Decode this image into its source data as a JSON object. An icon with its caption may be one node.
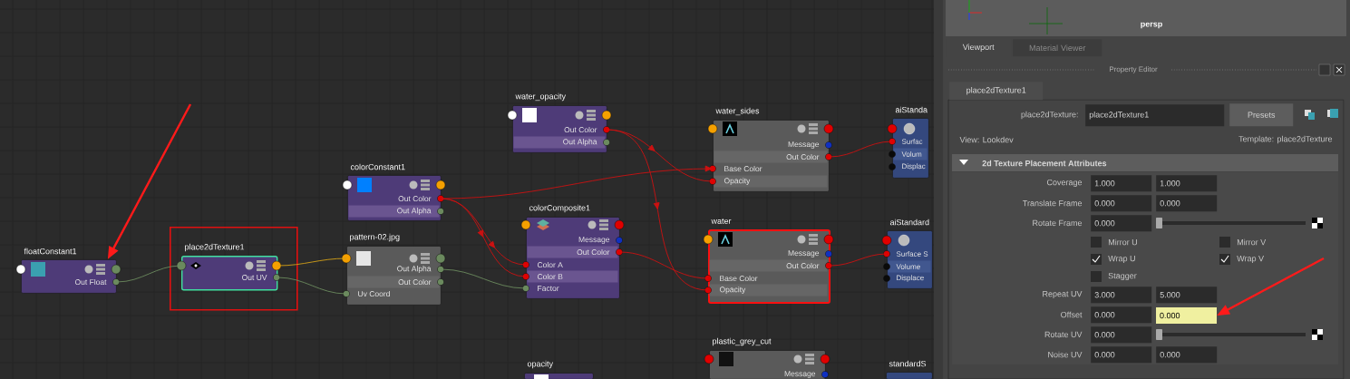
{
  "diagram": {
    "nodes": [
      {
        "text": [
          "floatConstant1",
          "Out Float"
        ]
      },
      {
        "text": [],
        "shape": "box"
      },
      {
        "text": [
          "place2dTexture1",
          "Out UV"
        ],
        "in": 1
      },
      {
        "text": [
          "water_opacity",
          "Out Color",
          "Out Alpha"
        ]
      },
      {
        "text": [
          "colorConstant1",
          "Out Color",
          "Out Alpha"
        ]
      },
      {
        "text": [
          "pattern-02.jpg",
          "Out Alpha",
          "Out Color",
          "Uv Coord"
        ]
      },
      {
        "text": [
          "colorComposite1",
          "Message",
          "Out Color",
          "Color A",
          "Color B",
          "Factor"
        ]
      },
      {
        "text": [
          "water_sides",
          "Message",
          "Out Color",
          "Base Color",
          "Opacity"
        ]
      },
      {
        "text": [
          "water",
          "Message",
          "Out Color",
          "Base Color",
          "Opacity"
        ]
      },
      {
        "text": [
          "aiStanda",
          "Surfac",
          "Volum",
          "Displac"
        ]
      },
      {
        "text": [
          "aiStandard",
          "Surface S",
          "Volume",
          "Displace"
        ]
      },
      {
        "text": [
          "opacity"
        ]
      },
      {
        "text": [
          "plastic_grey_cut",
          "Message"
        ]
      },
      {
        "text": [
          "standardS"
        ]
      },
      {
        "text": [
          "0.000"
        ]
      }
    ],
    "edges": [
      {
        "from": 0,
        "to": 2,
        "arrow": "none",
        "color": "#6b8a5e"
      },
      {
        "from": 2,
        "to": 5,
        "arrow": "none",
        "color": "#d4a017"
      },
      {
        "from": 2,
        "to": 5,
        "arrow": "none",
        "color": "#6b8a5e"
      },
      {
        "from": 5,
        "to": 6,
        "arrow": "none",
        "color": "#6b8a5e"
      },
      {
        "from": 4,
        "to": 6,
        "arrow": "to"
      },
      {
        "from": 4,
        "to": 6,
        "arrow": "to"
      },
      {
        "from": 4,
        "to": 7,
        "arrow": "to"
      },
      {
        "from": 3,
        "to": 7,
        "arrow": "to"
      },
      {
        "from": 3,
        "to": 8,
        "arrow": "to"
      },
      {
        "from": 6,
        "to": 8,
        "arrow": "none"
      },
      {
        "from": 7,
        "to": 9,
        "arrow": "none"
      },
      {
        "from": 8,
        "to": 10,
        "arrow": "none"
      },
      {
        "from": null,
        "to": 0,
        "arrow": "to",
        "color": "#ff1a1a"
      },
      {
        "from": null,
        "to": 14,
        "arrow": "to",
        "color": "#ff1a1a"
      }
    ],
    "labels": [
      "persp",
      "Viewport",
      "Material Viewer",
      "Property Editor",
      "place2dTexture1",
      "place2dTexture:",
      "place2dTexture1",
      "Presets",
      "View: Lookdev",
      "Template: place2dTexture",
      "2d Texture Placement Attributes",
      "Coverage",
      "1.000",
      "1.000",
      "Translate Frame",
      "0.000",
      "0.000",
      "Rotate Frame",
      "0.000",
      "Mirror U",
      "Mirror V",
      "Wrap U",
      "Wrap V",
      "Stagger",
      "Repeat UV",
      "3.000",
      "5.000",
      "Offset",
      "0.000",
      "Rotate UV",
      "0.000",
      "Noise UV",
      "0.000",
      "0.000"
    ]
  }
}
